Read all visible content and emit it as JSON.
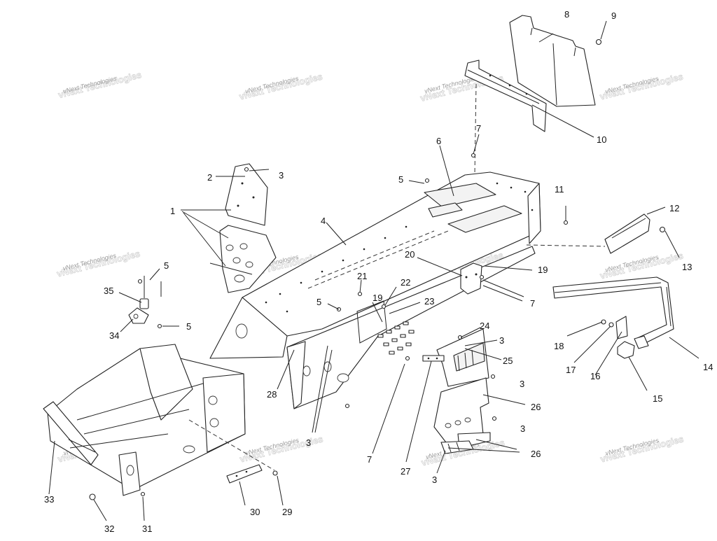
{
  "watermark": "vNext Technologies",
  "callouts": {
    "c1": "1",
    "c2": "2",
    "c3": "3",
    "c4": "4",
    "c5": "5",
    "c6": "6",
    "c7": "7",
    "c8": "8",
    "c9": "9",
    "c10": "10",
    "c11": "11",
    "c12": "12",
    "c13": "13",
    "c14": "14",
    "c15": "15",
    "c16": "16",
    "c17": "17",
    "c18": "18",
    "c19": "19",
    "c20": "20",
    "c21": "21",
    "c22": "22",
    "c23": "23",
    "c24": "24",
    "c25": "25",
    "c26": "26",
    "c27": "27",
    "c28": "28",
    "c29": "29",
    "c30": "30",
    "c31": "31",
    "c32": "32",
    "c33": "33",
    "c34": "34",
    "c35": "35"
  }
}
